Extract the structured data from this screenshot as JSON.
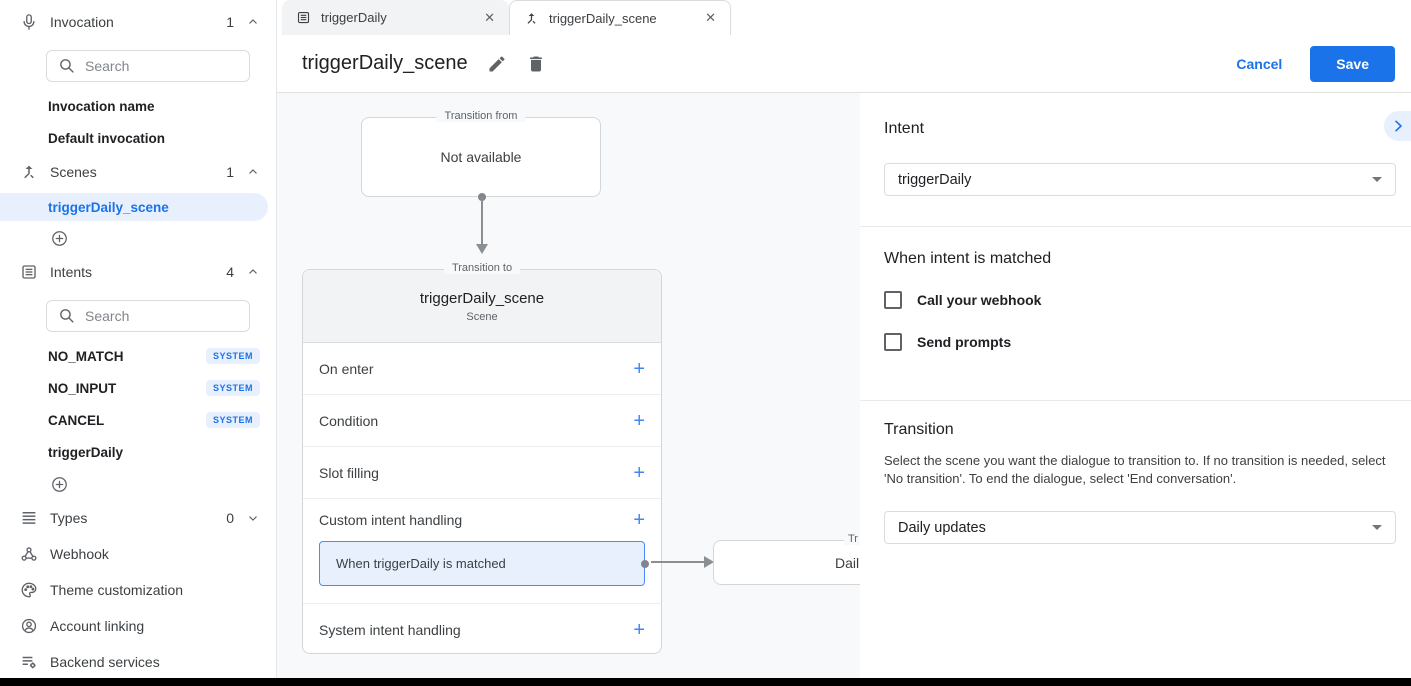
{
  "colors": {
    "accent": "#1a73e8",
    "accent_light": "#e8f0fe",
    "canvas_bg": "#f8f9fa"
  },
  "glyphs": {
    "plus": "+",
    "close": "✕"
  },
  "sidebar": {
    "invocation": {
      "label": "Invocation",
      "count": "1",
      "search_placeholder": "Search"
    },
    "invocation_items": [
      {
        "label": "Invocation name"
      },
      {
        "label": "Default invocation"
      }
    ],
    "scenes": {
      "label": "Scenes",
      "count": "1",
      "selected": "triggerDaily_scene"
    },
    "intents": {
      "label": "Intents",
      "count": "4",
      "search_placeholder": "Search"
    },
    "intent_items": [
      {
        "name": "NO_MATCH",
        "badge": "SYSTEM"
      },
      {
        "name": "NO_INPUT",
        "badge": "SYSTEM"
      },
      {
        "name": "CANCEL",
        "badge": "SYSTEM"
      },
      {
        "name": "triggerDaily"
      }
    ],
    "types": {
      "label": "Types",
      "count": "0"
    },
    "links": [
      {
        "label": "Webhook"
      },
      {
        "label": "Theme customization"
      },
      {
        "label": "Account linking"
      },
      {
        "label": "Backend services"
      }
    ]
  },
  "tabs": [
    {
      "label": "triggerDaily"
    },
    {
      "label": "triggerDaily_scene"
    }
  ],
  "header": {
    "title": "triggerDaily_scene",
    "cancel_label": "Cancel",
    "save_label": "Save"
  },
  "canvas": {
    "from_box": {
      "legend": "Transition from",
      "body": "Not available"
    },
    "to_box": {
      "legend": "Transition to",
      "title": "triggerDaily_scene",
      "subtitle": "Scene"
    },
    "rows": [
      {
        "label": "On enter"
      },
      {
        "label": "Condition"
      },
      {
        "label": "Slot filling"
      },
      {
        "label": "Custom intent handling"
      },
      {
        "label": "System intent handling"
      }
    ],
    "custom_handler": "When triggerDaily is matched",
    "target_box": {
      "legend_clipped": "Tr",
      "title_clipped": "Dail"
    }
  },
  "panel": {
    "intent_heading": "Intent",
    "intent_value": "triggerDaily",
    "matched_heading": "When intent is matched",
    "checkboxes": [
      {
        "label": "Call your webhook"
      },
      {
        "label": "Send prompts"
      }
    ],
    "transition_heading": "Transition",
    "transition_description": "Select the scene you want the dialogue to transition to. If no transition is needed, select 'No transition'. To end the dialogue, select 'End conversation'.",
    "transition_value": "Daily updates"
  }
}
